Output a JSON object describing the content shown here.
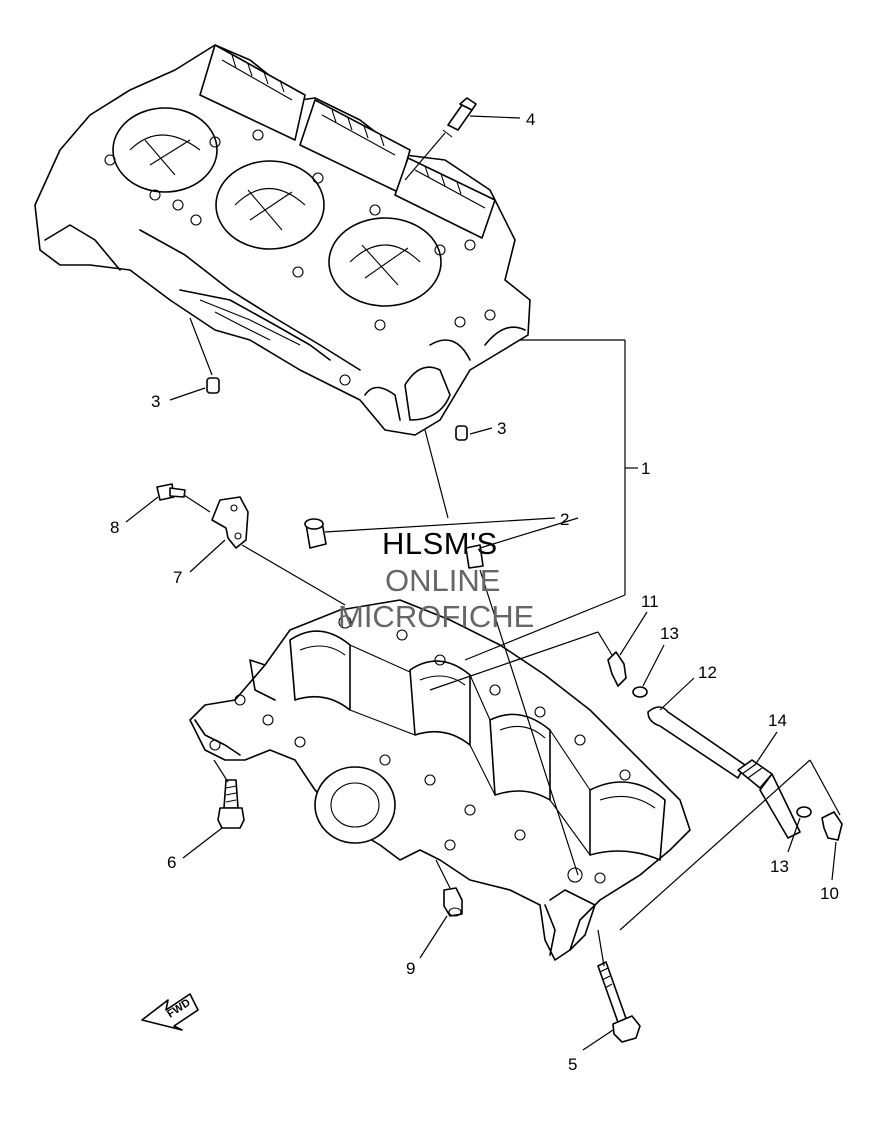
{
  "watermark": {
    "line1": "HLSM'S",
    "line2": "ONLINE",
    "line3": "MICROFICHE"
  },
  "arrow_label": "FWD",
  "callouts": {
    "c1": "1",
    "c2": "2",
    "c3a": "3",
    "c3b": "3",
    "c4": "4",
    "c5": "5",
    "c6": "6",
    "c7": "7",
    "c8": "8",
    "c9": "9",
    "c10": "10",
    "c11": "11",
    "c12": "12",
    "c13a": "13",
    "c13b": "13",
    "c14": "14"
  }
}
